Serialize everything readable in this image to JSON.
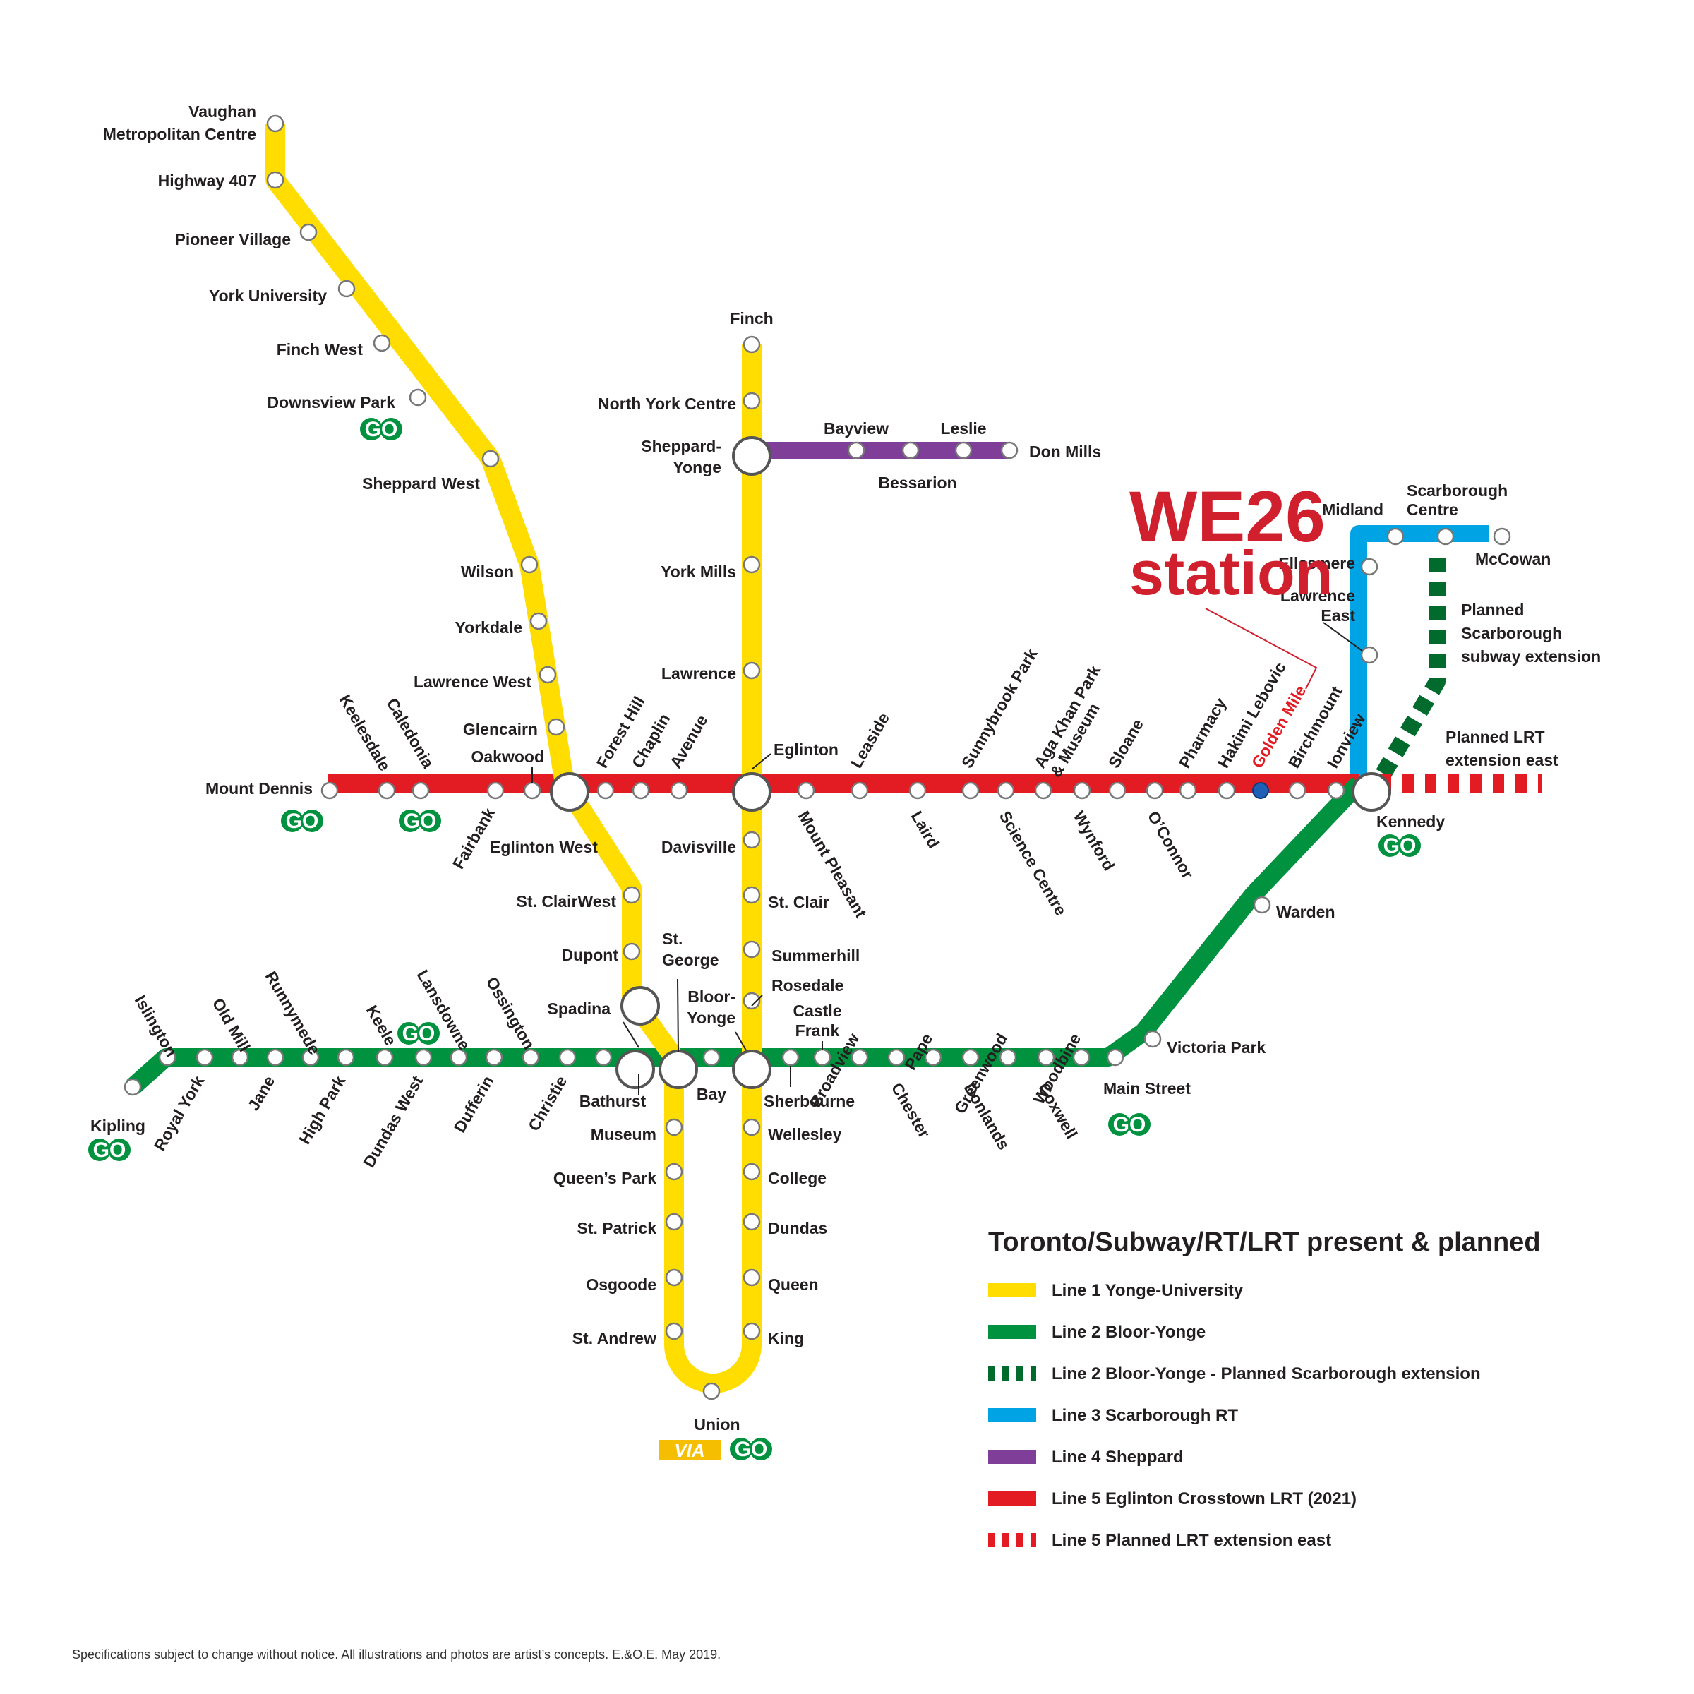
{
  "colors": {
    "line1": "#ffdd00",
    "line2": "#00923f",
    "line2_planned": "#006b2d",
    "line3": "#00a4e4",
    "line4": "#7f3f98",
    "line5": "#e31b23",
    "go_green": "#00923f",
    "via_yellow": "#f6be00",
    "highlight_red": "#d0202e"
  },
  "callout": {
    "title_line1": "WE26",
    "title_line2": "station",
    "station": "Golden Mile",
    "station_dot_color": "#1f5fb5"
  },
  "logos": {
    "go": "GO",
    "via": "VIA"
  },
  "stations": {
    "vaughan_mc": [
      "Vaughan",
      "Metropolitan Centre"
    ],
    "highway_407": "Highway 407",
    "pioneer_village": "Pioneer Village",
    "york_university": "York University",
    "finch_west": "Finch West",
    "downsview_park": "Downsview Park",
    "sheppard_west": "Sheppard West",
    "wilson": "Wilson",
    "yorkdale": "Yorkdale",
    "lawrence_west": "Lawrence West",
    "glencairn": "Glencairn",
    "eglinton_west": "Eglinton West",
    "st_clair_west": "St. ClairWest",
    "dupont": "Dupont",
    "spadina": "Spadina",
    "st_george": [
      "St.",
      "George"
    ],
    "museum": "Museum",
    "queens_park": "Queen’s Park",
    "st_patrick": "St. Patrick",
    "osgoode": "Osgoode",
    "st_andrew": "St. Andrew",
    "union": "Union",
    "king": "King",
    "queen": "Queen",
    "dundas": "Dundas",
    "college": "College",
    "wellesley": "Wellesley",
    "bloor_yonge": [
      "Bloor-",
      "Yonge"
    ],
    "rosedale": "Rosedale",
    "summerhill": "Summerhill",
    "st_clair": "St. Clair",
    "davisville": "Davisville",
    "eglinton": "Eglinton",
    "lawrence": "Lawrence",
    "york_mills": "York Mills",
    "sheppard_yonge": [
      "Sheppard-",
      "Yonge"
    ],
    "north_york_centre": "North York Centre",
    "finch": "Finch",
    "bayview": "Bayview",
    "bessarion": "Bessarion",
    "leslie": "Leslie",
    "don_mills": "Don Mills",
    "kipling": "Kipling",
    "islington": "Islington",
    "royal_york": "Royal York",
    "old_mill": "Old Mill",
    "jane": "Jane",
    "runnymede": "Runnymede",
    "high_park": "High Park",
    "keele": "Keele",
    "dundas_west": "Dundas West",
    "lansdowne": "Lansdowne",
    "dufferin": "Dufferin",
    "ossington": "Ossington",
    "christie": "Christie",
    "bathurst": "Bathurst",
    "bay": "Bay",
    "sherbourne": "Sherbourne",
    "castle_frank": [
      "Castle",
      "Frank"
    ],
    "broadview": "Broadview",
    "chester": "Chester",
    "pape": "Pape",
    "donlands": "Donlands",
    "greenwood": "Greenwood",
    "coxwell": "Coxwell",
    "woodbine": "Woodbine",
    "main_street": "Main Street",
    "victoria_park": "Victoria Park",
    "warden": "Warden",
    "kennedy": "Kennedy",
    "lawrence_east": [
      "Lawrence",
      "East"
    ],
    "ellesmere": "Ellesmere",
    "midland": "Midland",
    "scarborough_centre": [
      "Scarborough",
      "Centre"
    ],
    "mccowan": "McCowan",
    "planned_scarborough_ext": [
      "Planned",
      "Scarborough",
      "subway extension"
    ],
    "planned_lrt_east": [
      "Planned LRT",
      "extension east"
    ],
    "mount_dennis": "Mount Dennis",
    "keelesdale": "Keelesdale",
    "caledonia": "Caledonia",
    "fairbank": "Fairbank",
    "oakwood": "Oakwood",
    "forest_hill": "Forest Hill",
    "chaplin": "Chaplin",
    "avenue": "Avenue",
    "mount_pleasant": "Mount Pleasant",
    "leaside": "Leaside",
    "laird": "Laird",
    "sunnybrook_park": "Sunnybrook Park",
    "science_centre": "Science Centre",
    "aga_khan": [
      "Aga Khan Park",
      "& Museum"
    ],
    "wynford": "Wynford",
    "sloane": "Sloane",
    "oconnor": "O’Connor",
    "pharmacy": "Pharmacy",
    "hakimi_lebovic": "Hakimi Lebovic",
    "birchmount": "Birchmount",
    "ionview": "Ionview"
  },
  "legend": {
    "title": "Toronto/Subway/RT/LRT present & planned",
    "items": [
      {
        "label": "Line 1 Yonge-University",
        "color": "#ffdd00",
        "style": "solid"
      },
      {
        "label": "Line 2 Bloor-Yonge",
        "color": "#00923f",
        "style": "solid"
      },
      {
        "label": "Line 2 Bloor-Yonge - Planned Scarborough extension",
        "color": "#006b2d",
        "style": "dashed"
      },
      {
        "label": "Line 3 Scarborough RT",
        "color": "#00a4e4",
        "style": "solid"
      },
      {
        "label": "Line 4 Sheppard",
        "color": "#7f3f98",
        "style": "solid"
      },
      {
        "label": "Line 5 Eglinton Crosstown LRT (2021)",
        "color": "#e31b23",
        "style": "solid"
      },
      {
        "label": "Line 5 Planned LRT extension east",
        "color": "#e31b23",
        "style": "dashed"
      }
    ]
  },
  "footer": "Specifications subject to change without notice. All illustrations and photos are artist’s concepts. E.&O.E. May 2019."
}
